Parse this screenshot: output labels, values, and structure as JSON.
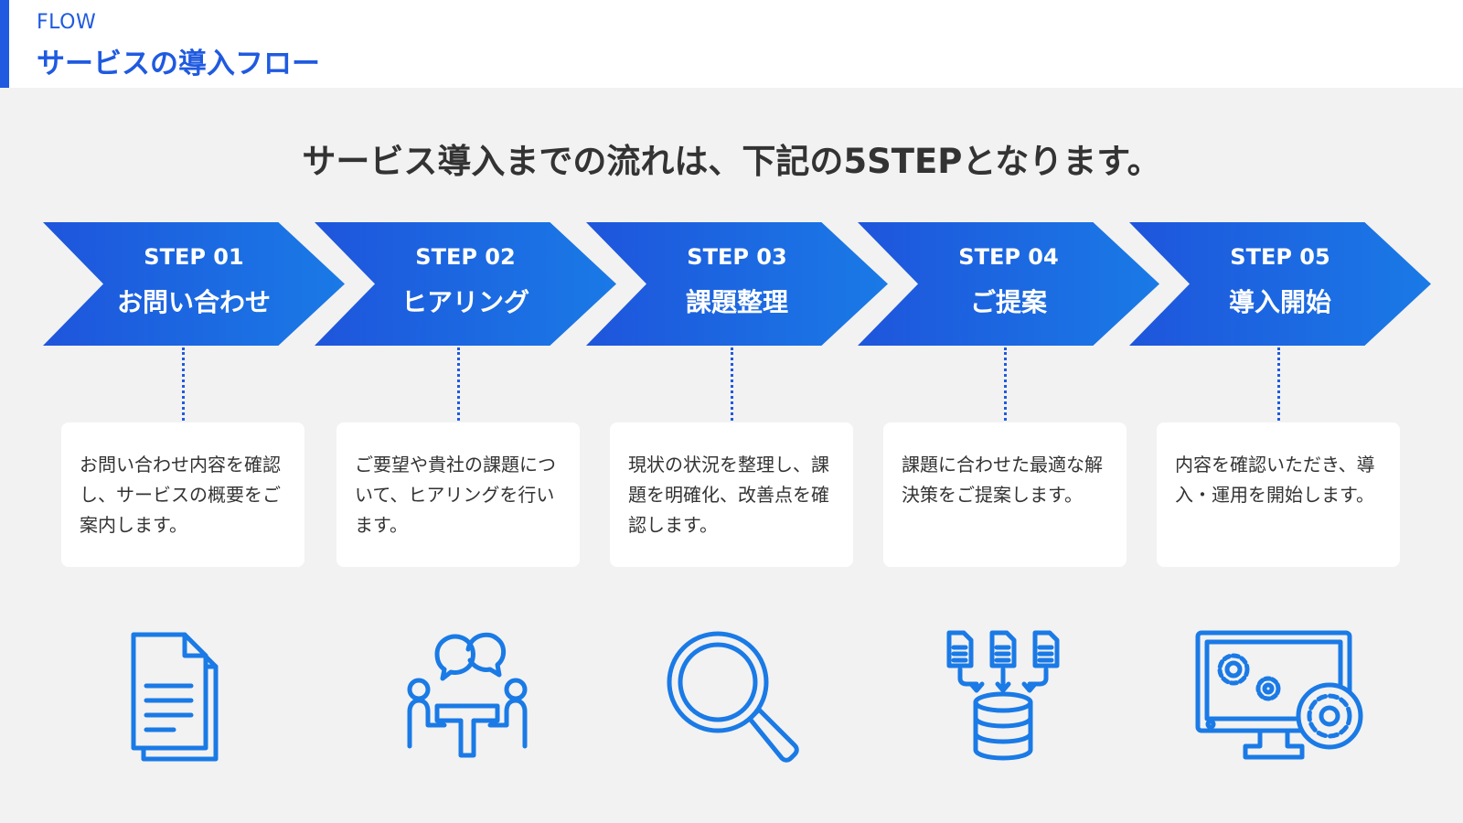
{
  "header": {
    "label_en": "FLOW",
    "title": "サービスの導入フロー"
  },
  "lead": "サービス導入までの流れは、下記の5STEPとなります。",
  "steps": [
    {
      "number": "STEP 01",
      "name": "お問い合わせ",
      "description": "お問い合わせ内容を確認し、サービスの概要をご案内します。",
      "icon": "document-icon"
    },
    {
      "number": "STEP 02",
      "name": "ヒアリング",
      "description": "ご要望や貴社の課題について、ヒアリングを行います。",
      "icon": "meeting-icon"
    },
    {
      "number": "STEP 03",
      "name": "課題整理",
      "description": "現状の状況を整理し、課題を明確化、改善点を確認します。",
      "icon": "magnifier-icon"
    },
    {
      "number": "STEP 04",
      "name": "ご提案",
      "description": "課題に合わせた最適な解決策をご提案します。",
      "icon": "documents-to-database-icon"
    },
    {
      "number": "STEP 05",
      "name": "導入開始",
      "description": "内容を確認いただき、導入・運用を開始します。",
      "icon": "monitor-gears-icon"
    }
  ],
  "colors": {
    "accent": "#1f5ae0",
    "arrow_start": "#1e55dc",
    "arrow_end": "#1a7ae6",
    "icon": "#1a7ae6",
    "background": "#f2f2f2",
    "card": "#ffffff"
  }
}
